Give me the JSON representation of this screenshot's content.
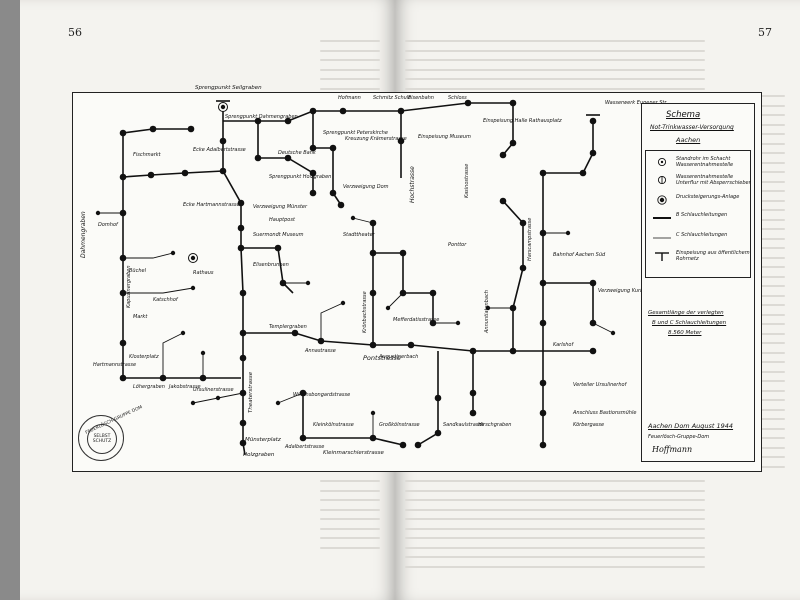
{
  "pages": {
    "left_number": "56",
    "right_number": "57"
  },
  "diagram": {
    "legend": {
      "title": "Schema",
      "subtitle": "Not-Trinkwasser-Versorgung",
      "city": "Aachen",
      "items": [
        {
          "symbol": "standrohr",
          "text": "Standrohr im Schacht Wasserentnahmestelle"
        },
        {
          "symbol": "hydrant",
          "text": "Wasserentnahmestelle Unterflur mit Absperrschieber"
        },
        {
          "symbol": "drucksteigerung",
          "text": "Drucksteigerungs-Anlage"
        },
        {
          "symbol": "b-line",
          "text": "B Schlauchleitungen"
        },
        {
          "symbol": "c-line",
          "text": "C Schlauchleitungen"
        },
        {
          "symbol": "einspeisung",
          "text": "Einspeisung aus öffentlichem Rohrnetz"
        }
      ],
      "total_label": "Gesamtlänge der verlegten",
      "total_line2": "B und C Schlauchleitungen",
      "total_value": "8.560 Meter",
      "place_date": "Aachen Dom August 1944",
      "group": "Feuerlösch-Gruppe-Dom",
      "signature": "Hoffmann"
    },
    "stamp": {
      "ring_text": "FEUERLÖSCH-GRUPPE DOM",
      "center": "SELBST SCHUTZ"
    },
    "streets": {
      "dahmengraben": "Dahmengraben",
      "hochstrasse": "Hochstrasse",
      "pontstrasse": "Pontstrasse",
      "kleinmarschierstrasse": "Kleinmarschierstrasse",
      "muenster": "Münsterplatz",
      "theaterstrasse": "Theaterstrasse",
      "holzgraben": "Holzgraben",
      "kasinostrasse": "Kasinostrasse",
      "harscampstrasse": "Harscampstrasse",
      "kroenbachstrasse": "Krönbachstrasse",
      "kapuzinergraben": "Kapuzinergraben",
      "annuntiatenbach": "Annuntiatenbach",
      "ursulinerstrasse": "Ursulinerstrasse",
      "adalbertstrasse": "Adalbertstrasse"
    },
    "labels": [
      "Sprengpunkt Seilgraben",
      "Hofmann",
      "Schmitz Schule",
      "Eisenbahn",
      "Schloss",
      "Sprengpunkt Dahmengraben",
      "Sprengpunkt Peterskirche",
      "Kreuzung Krämerstrasse",
      "Einspeisung Halle Rathausplatz",
      "Wasserwerk Eupener Str.",
      "Ecke Adalbertstrasse",
      "Deutsche Bank",
      "Einspeisung Museum",
      "Sprengpunkt Holzgraben",
      "Verzweigung Dom",
      "Verzweigung Münster",
      "Ecke Hartmannstrasse",
      "Hauptpost",
      "Suermondt Museum",
      "Stadttheater",
      "Elisenbrunnen",
      "Rathaus",
      "Katschhof",
      "Fischmarkt",
      "Domhof",
      "Büchel",
      "Markt",
      "Klosterplatz",
      "Hartmannstrasse",
      "Löhergraben",
      "Jakobstrasse",
      "Templergraben",
      "Annastrasse",
      "Augustinerbach",
      "Wirichsbongardstrasse",
      "Kleinkölnstrasse",
      "Großkölnstrasse",
      "Sandkaulstrasse",
      "Hirschgraben",
      "Körbergasse",
      "Karlshof",
      "Mefferdatisstrasse",
      "Ponttor",
      "Bahnhof Aachen Süd",
      "Verzweigung Kurbad",
      "Verteiler Ursulinerhof",
      "Anschluss Bastionsmühle"
    ]
  }
}
